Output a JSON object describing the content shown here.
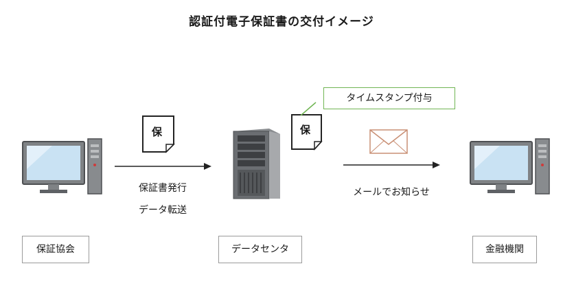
{
  "title": "認証付電子保証書の交付イメージ",
  "nodes": {
    "left": "保証協会",
    "center": "データセンタ",
    "right": "金融機関"
  },
  "stamp_callout": "タイムスタンプ付与",
  "arrow1": {
    "line1": "保証書発行",
    "line2": "データ転送"
  },
  "arrow2": {
    "line1": "メールでお知らせ"
  },
  "document_char": "保",
  "icons": [
    "computer-icon",
    "document-icon",
    "server-icon",
    "envelope-icon",
    "arrow-right-icon"
  ]
}
